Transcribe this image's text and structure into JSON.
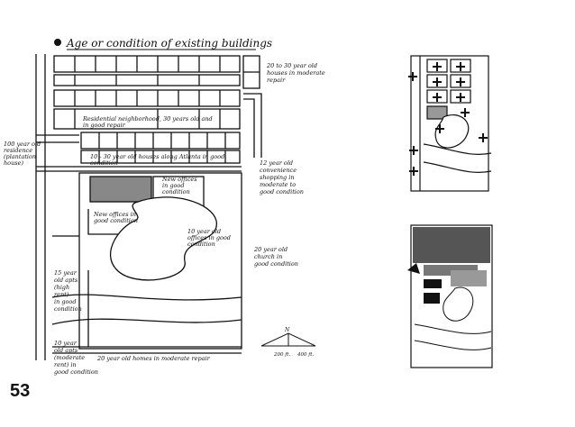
{
  "page": {
    "number": "53"
  },
  "main_sketch": {
    "title": "Age or condition of existing buildings",
    "labels": {
      "top_right_1": "20 to 30 year old",
      "top_right_2": "houses in moderate",
      "top_right_3": "repair",
      "residential_1": "Residential neighborhood, 30 years old and",
      "residential_2": "in good repair",
      "left_1": "100 year old",
      "left_2": "residence",
      "left_3": "(plantation",
      "left_4": "house)",
      "street_band_1": "10 - 30 year old houses along Atlanta in good",
      "street_band_2": "condition",
      "new_offices_1": "New offices",
      "new_offices_2": "in good",
      "new_offices_3": "condition",
      "new_offices_bl_1": "New offices in",
      "new_offices_bl_2": "good condition",
      "shopping_1": "12 year old",
      "shopping_2": "convenience",
      "shopping_3": "shopping in",
      "shopping_4": "moderate to",
      "shopping_5": "good condition",
      "mid_1": "10 year old",
      "mid_2": "offices in good",
      "mid_3": "condition",
      "church_1": "20 year old",
      "church_2": "church in",
      "church_3": "good condition",
      "apts_1": "15 year",
      "apts_2": "old apts",
      "apts_3": "(high",
      "apts_4": "rent)",
      "apts_5": "in good",
      "apts_6": "condition",
      "bottom_left_1": "10 year",
      "bottom_left_2": "old apts",
      "bottom_left_3": "(moderate",
      "bottom_left_4": "rent) in",
      "bottom_left_5": "good condition",
      "bottom_band": "20 year old homes in moderate repair",
      "north_arrow": "N",
      "scale_1": "200 ft.",
      "scale_2": "400 ft."
    }
  },
  "icons": [
    "bullet-icon",
    "north-arrow-icon",
    "plus-icon"
  ]
}
